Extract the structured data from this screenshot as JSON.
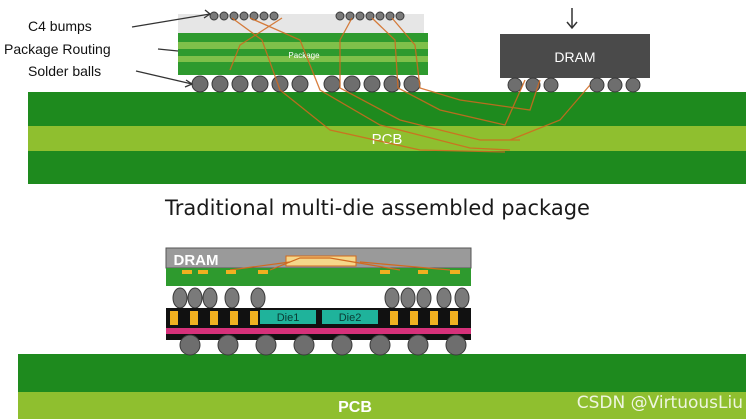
{
  "top": {
    "labels": {
      "c4_bumps": "C4 bumps",
      "package_routing": "Package Routing",
      "solder_balls": "Solder balls"
    },
    "package_text": "Package",
    "dram_text": "DRAM",
    "pcb_text": "PCB",
    "caption": "Traditional multi-die assembled package"
  },
  "bottom": {
    "dram_text": "DRAM",
    "die1_text": "Die1",
    "die2_text": "Die2",
    "pcb_text": "PCB"
  },
  "watermark": "CSDN @VirtuousLiu",
  "colors": {
    "pcb_dark": "#1e8a1e",
    "pcb_light": "#8fbf2f",
    "package_green": "#2e9a2e",
    "dram_gray": "#4a4a4a",
    "trace_orange": "#d2691e",
    "interposer_magenta": "#d6317a",
    "interposer_yellow": "#f0b020",
    "die_teal": "#1fb39b"
  }
}
